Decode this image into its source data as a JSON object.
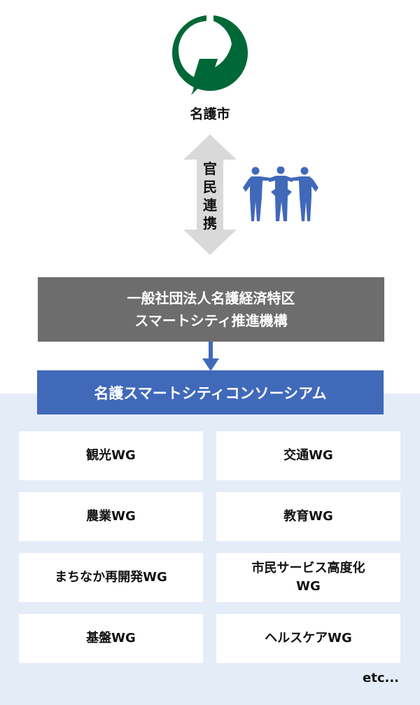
{
  "city": {
    "name": "名護市",
    "logo_color": "#006837"
  },
  "partnership": {
    "label_chars": [
      "官",
      "民",
      "連",
      "携"
    ],
    "arrow_color": "#d9d9d9",
    "people_icon_color": "#4169ba"
  },
  "organization": {
    "line1": "一般社団法人名護経済特区",
    "line2": "スマートシティ推進機構",
    "color": "#6d6d6d"
  },
  "consortium": {
    "label": "名護スマートシティコンソーシアム",
    "color": "#4169ba",
    "panel_color": "#e4ecf8"
  },
  "working_groups": [
    {
      "label": "観光WG"
    },
    {
      "label": "交通WG"
    },
    {
      "label": "農業WG"
    },
    {
      "label": "教育WG"
    },
    {
      "label": "まちなか再開発WG"
    },
    {
      "label_line1": "市民サービス高度化",
      "label_line2": "WG"
    },
    {
      "label": "基盤WG"
    },
    {
      "label": "ヘルスケアWG"
    }
  ],
  "etc_label": "etc..."
}
